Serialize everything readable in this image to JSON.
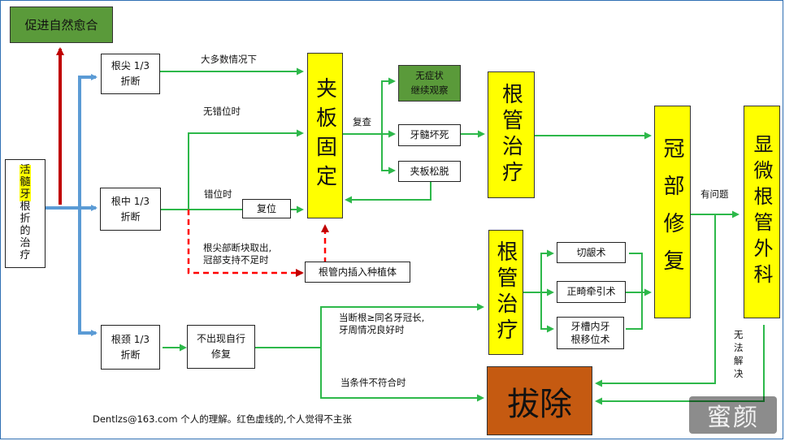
{
  "nodes": {
    "promote_healing": "促进自然愈合",
    "main_title_part1": "活髓牙",
    "main_title_part2": "根折的治疗",
    "apical_fracture": "根尖 1/3\n折断",
    "middle_fracture": "根中 1/3\n折断",
    "cervical_fracture": "根颈 1/3\n折断",
    "splint_fixation": "夹板固定",
    "asymptomatic": "无症状\n继续观察",
    "pulp_necrosis": "牙髓坏死",
    "splint_loose": "夹板松脱",
    "root_canal_1": "根管治疗",
    "root_canal_2": "根管治疗",
    "crown_restoration": "冠部修复",
    "microsurgery": "显微根管外科",
    "reposition": "复位",
    "implant_insert": "根管内插入种植体",
    "no_self_repair": "不出现自行\n修复",
    "gingivectomy": "切龈术",
    "orthodontic_traction": "正畸牵引术",
    "intra_alveolar": "牙槽内牙\n根移位术",
    "extraction": "拔除"
  },
  "labels": {
    "most_cases": "大多数情况下",
    "no_displacement": "无错位时",
    "displaced": "错位时",
    "recheck": "复查",
    "apical_removal": "根尖部断块取出,\n冠部支持不足时",
    "condition_met": "当断根≥同名牙冠长,\n牙周情况良好时",
    "condition_not_met": "当条件不符合时",
    "has_problem": "有问题",
    "unsolvable": "无\n法\n解\n决",
    "footer": "Dentlzs@163.com 个人的理解。红色虚线的,个人觉得不主张",
    "watermark": "蜜颜"
  },
  "colors": {
    "blue_arrow": "#5b9bd5",
    "green_arrow": "#2db84a",
    "red_arrow": "#c00000",
    "yellow_box": "#ffff00",
    "green_box": "#5a9a3a",
    "extraction_box": "#c55a11"
  }
}
